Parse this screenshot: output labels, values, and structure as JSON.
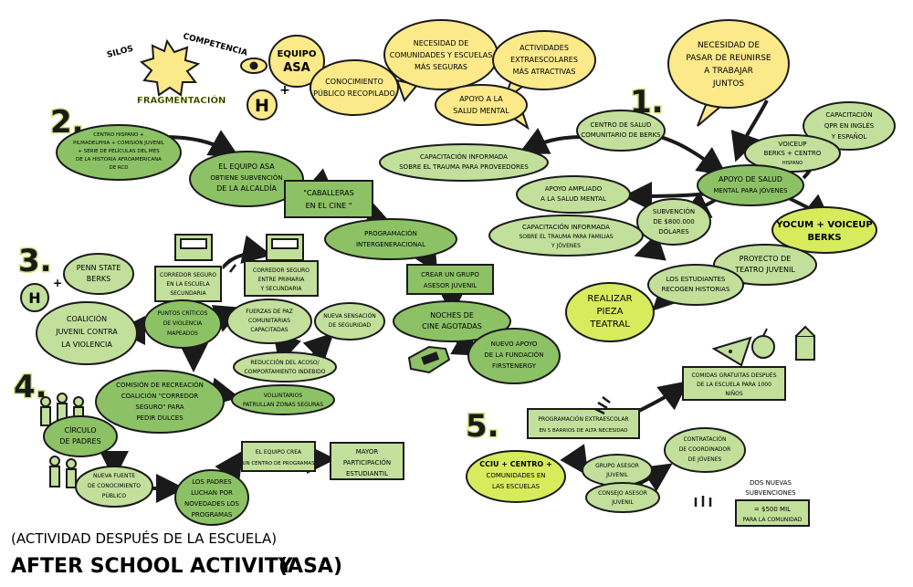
{
  "header": {
    "silos": "SILOS",
    "competencia": "COMPETENCIA",
    "fragmentacion": "FRAGMENTACIÓN",
    "equipo_asa": [
      "EQUIPO",
      "ASA"
    ],
    "h_plus": "H+",
    "conocimiento": [
      "CONOCIMIENTO",
      "PÚBLICO RECOPILADO"
    ]
  },
  "bubbles": {
    "b1": [
      "NECESIDAD DE",
      "COMUNIDADES Y ESCUELAS",
      "MÁS SEGURAS"
    ],
    "b2": [
      "ACTIVIDADES",
      "EXTRAESCOLARES",
      "MÁS ATRACTIVAS"
    ],
    "b3": [
      "APOYO A LA",
      "SALUD MENTAL"
    ],
    "b4": [
      "NECESIDAD DE",
      "PASAR DE REUNIRSE",
      "A TRABAJAR",
      "JUNTOS"
    ]
  },
  "sections": {
    "s1": {
      "number": "1.",
      "centro": [
        "CENTRO DE SALUD",
        "COMUNITARIO DE BERKS"
      ],
      "capacitacion_trauma": [
        "CAPACITACIÓN INFORMADA",
        "SOBRE EL TRAUMA PARA PROVEEDORES"
      ],
      "capacitacion_qpr": [
        "CAPACITACIÓN",
        "QPR EN INGLÉS",
        "Y ESPAÑOL"
      ],
      "voiceup": [
        "VOICEUP",
        "BERKS + CENTRO",
        "HISPANO"
      ],
      "apoyo_salud": [
        "APOYO DE SALUD",
        "MENTAL PARA JÓVENES"
      ],
      "apoyo_ampliado": [
        "APOYO AMPLIADO",
        "A LA SALUD MENTAL"
      ],
      "subvencion": [
        "SUBVENCIÓN",
        "DE $800.000",
        "DÓLARES"
      ],
      "capacitacion_familias": [
        "CAPACITACIÓN INFORMADA",
        "SOBRE EL TRAUMA PARA FAMILIAS",
        "Y JÓVENES"
      ],
      "yocum": [
        "YOCUM + VOICEUP",
        "BERKS"
      ],
      "proyecto_teatro": [
        "PROYECTO DE",
        "TEATRO JUVENIL"
      ],
      "estudiantes": [
        "LOS ESTUDIANTES",
        "RECOGEN HISTORIAS"
      ],
      "realizar": [
        "REALIZAR",
        "PIEZA",
        "TEATRAL"
      ]
    },
    "s2": {
      "number": "2.",
      "centro_hispano": [
        "CENTRO HISPANO +",
        "PILMADELPHIA + COMISIÓN JUVENIL",
        "+ SERIE DE PELÍCULAS DEL MES",
        "DE LA HISTORIA AFROAMERICANA",
        "DE RCD"
      ],
      "equipo_asa": [
        "EL EQUIPO ASA",
        "OBTIENE SUBVENCIÓN",
        "DE LA ALCALDÍA"
      ],
      "caballeras": [
        "\"CABALLERAS",
        "EN EL CINE \""
      ],
      "programacion": [
        "PROGRAMACIÓN",
        "INTERGENERACIONAL"
      ],
      "crear_grupo": [
        "CREAR UN GRUPO",
        "ASESOR JUVENIL"
      ],
      "noches": [
        "NOCHES DE",
        "CINE AGOTADAS"
      ],
      "nuevo_apoyo": [
        "NUEVO APOYO",
        "DE LA FUNDACIÓN",
        "FIRSTENERGY"
      ]
    },
    "s3": {
      "number": "3.",
      "h_plus": "H",
      "penn_state": [
        "PENN STATE",
        "BERKS"
      ],
      "coalicion": [
        "COALICIÓN",
        "JUVENIL CONTRA",
        "LA VIOLENCIA"
      ],
      "puntos": [
        "PUNTOS CRÍTICOS",
        "DE VIOLENCIA",
        "MAPEADOS"
      ],
      "corredor_secundaria": [
        "CORREDOR SEGURO",
        "EN LA ESCUELA",
        "SECUNDARIA"
      ],
      "corredor_primaria": [
        "CORREDOR SEGURO",
        "ENTRE PRIMARIA",
        "Y SECUNDARIA"
      ],
      "fuerzas": [
        "FUERZAS DE PAZ",
        "COMUNITARIAS",
        "CAPACITADAS"
      ],
      "sensacion": [
        "NUEVA SENSACIÓN",
        "DE SEGURIDAD"
      ],
      "reduccion": [
        "REDUCCIÓN DEL ACOSO/",
        "COMPORTAMIENTO INDEBIDO"
      ],
      "comision": [
        "COMISIÓN DE RECREACIÓN",
        "COALICIÓN \"CORREDOR",
        "SEGURO\" PARA",
        "PEDIR DULCES"
      ],
      "voluntarios": [
        "VOLUNTARIOS",
        "PATRULLAN ZONAS SEGURAS"
      ]
    },
    "s4": {
      "number": "4.",
      "circulo": [
        "CÍRCULO",
        "DE PADRES"
      ],
      "nueva_fuente": [
        "NUEVA FUENTE",
        "DE CONOCIMIENTO",
        "PÚBLICO"
      ],
      "padres": [
        "LOS PADRES",
        "LUCHAN POR",
        "NOVEDADES LOS",
        "PROGRAMAS"
      ],
      "equipo_crea": [
        "EL EQUIPO CREA",
        "UN CENTRO DE PROGRAMAS"
      ],
      "participacion": [
        "MAYOR",
        "PARTICIPACIÓN",
        "ESTUDIANTIL"
      ]
    },
    "s5": {
      "number": "5.",
      "comidas": [
        "COMIDAS GRATUITAS DESPUÉS",
        "DE LA ESCUELA PARA 1000",
        "NIÑOS"
      ],
      "programacion": [
        "PROGRAMACIÓN EXTRAESCOLAR",
        "EN 5 BARRIOS DE ALTA NECESIDAD"
      ],
      "cciu": [
        "CCIU + CENTRO +",
        "COMUNIDADES EN",
        "LAS ESCUELAS"
      ],
      "grupo_asesor": [
        "GRUPO ASESOR",
        "JUVENIL"
      ],
      "consejo": [
        "CONSEJO ASESOR",
        "JUVENIL"
      ],
      "contratacion": [
        "CONTRATACIÓN",
        "DE COORDINADOR",
        "DE JÓVENES"
      ],
      "subvenciones": [
        "DOS NUEVAS",
        "SUBVENCIONES"
      ],
      "monto": [
        "= $500 MIL",
        "PARA LA COMUNIDAD"
      ]
    }
  },
  "footer": {
    "line1": "(ACTIVIDAD DESPUÉS DE LA ESCUELA)",
    "line2": "AFTER SCHOOL ACTIVITY",
    "asa": "(ASA)"
  },
  "colors": {
    "yellow": "#fbe98a",
    "green_dark": "#8cc265",
    "green_light": "#c2e09b",
    "yellow_green": "#d6ec5c",
    "stroke": "#1a1a1a",
    "number_shadow": "#cfe57c"
  }
}
